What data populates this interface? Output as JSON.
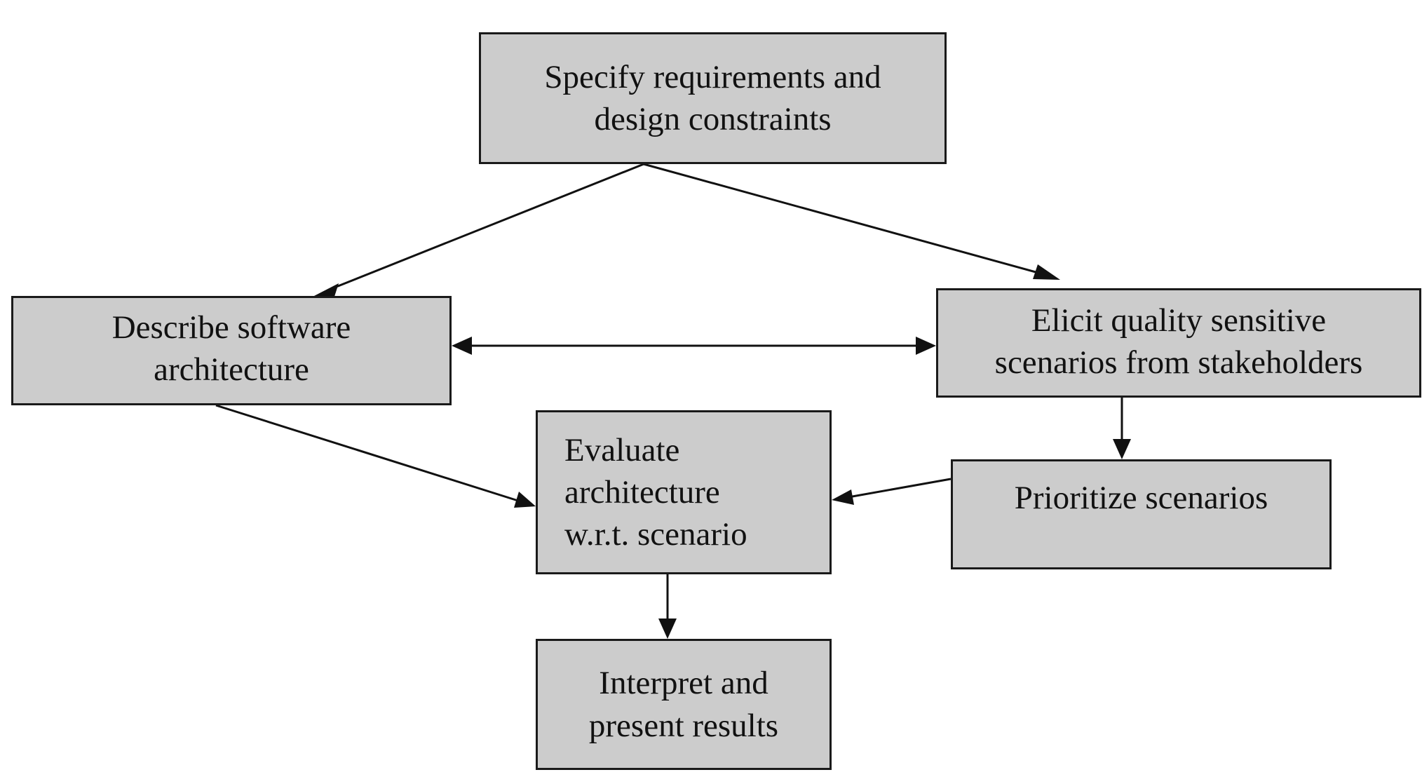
{
  "diagram": {
    "colors": {
      "box_fill": "#cccccc",
      "box_border": "#1a1a1a",
      "arrow": "#111111",
      "text": "#111111"
    },
    "nodes": {
      "specify": {
        "line1": "Specify requirements and",
        "line2": "design constraints"
      },
      "describe": {
        "line1": "Describe software",
        "line2": "architecture"
      },
      "elicit": {
        "line1": "Elicit quality sensitive",
        "line2": "scenarios from stakeholders"
      },
      "evaluate": {
        "line1": "Evaluate",
        "line2": "architecture",
        "line3": "w.r.t. scenario"
      },
      "prioritize": {
        "line1": "Prioritize scenarios"
      },
      "interpret": {
        "line1": "Interpret and",
        "line2": "present results"
      }
    },
    "edges": [
      {
        "from": "Specify requirements and design constraints",
        "to": "Describe software architecture"
      },
      {
        "from": "Specify requirements and design constraints",
        "to": "Elicit quality sensitive scenarios from stakeholders"
      },
      {
        "from": "Describe software architecture",
        "to": "Elicit quality sensitive scenarios from stakeholders",
        "bidirectional": true
      },
      {
        "from": "Elicit quality sensitive scenarios from stakeholders",
        "to": "Prioritize scenarios"
      },
      {
        "from": "Describe software architecture",
        "to": "Evaluate architecture w.r.t. scenario"
      },
      {
        "from": "Prioritize scenarios",
        "to": "Evaluate architecture w.r.t. scenario"
      },
      {
        "from": "Evaluate architecture w.r.t. scenario",
        "to": "Interpret and present results"
      }
    ]
  }
}
